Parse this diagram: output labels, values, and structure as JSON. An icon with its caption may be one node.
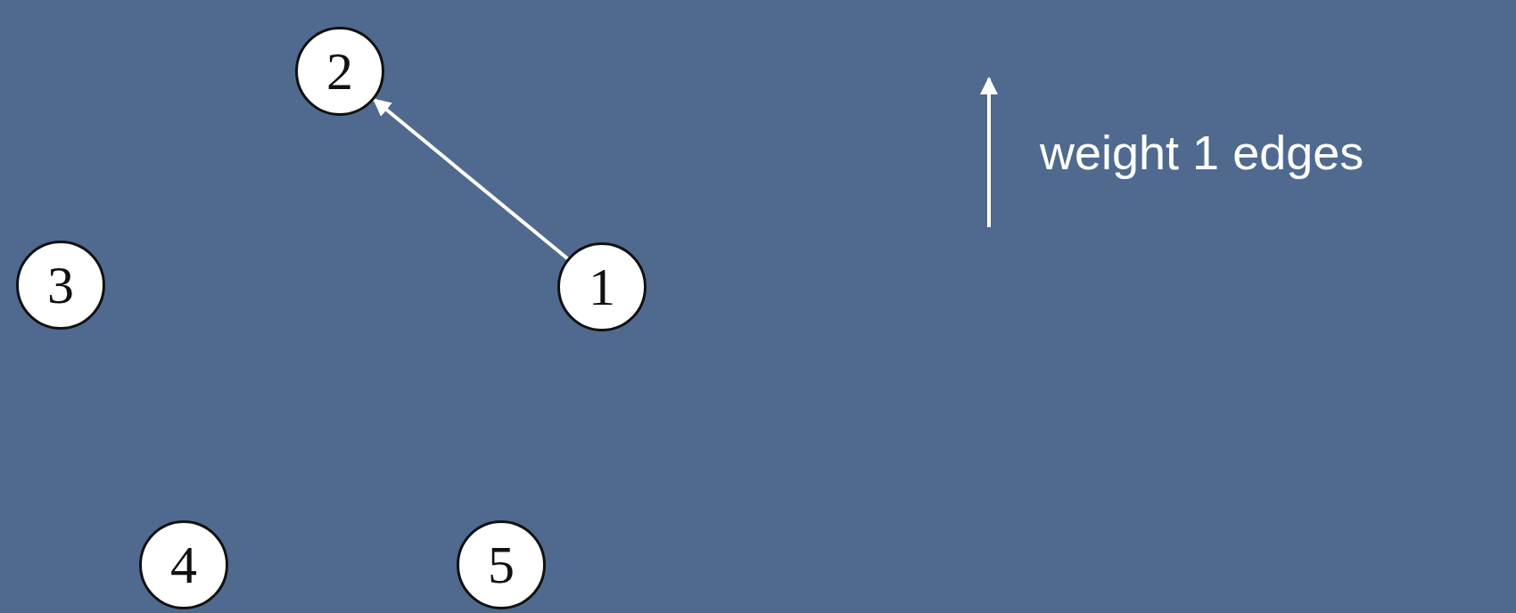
{
  "diagram": {
    "nodes": [
      {
        "text": [
          "2"
        ]
      },
      {
        "text": [
          "3"
        ]
      },
      {
        "text": [
          "1"
        ]
      },
      {
        "text": [
          "4"
        ]
      },
      {
        "text": [
          "5"
        ]
      }
    ],
    "edges": [
      {
        "from": 2,
        "to": 0,
        "arrow": "to"
      }
    ],
    "legend": [
      {
        "text": "weight 1 edges"
      }
    ]
  }
}
